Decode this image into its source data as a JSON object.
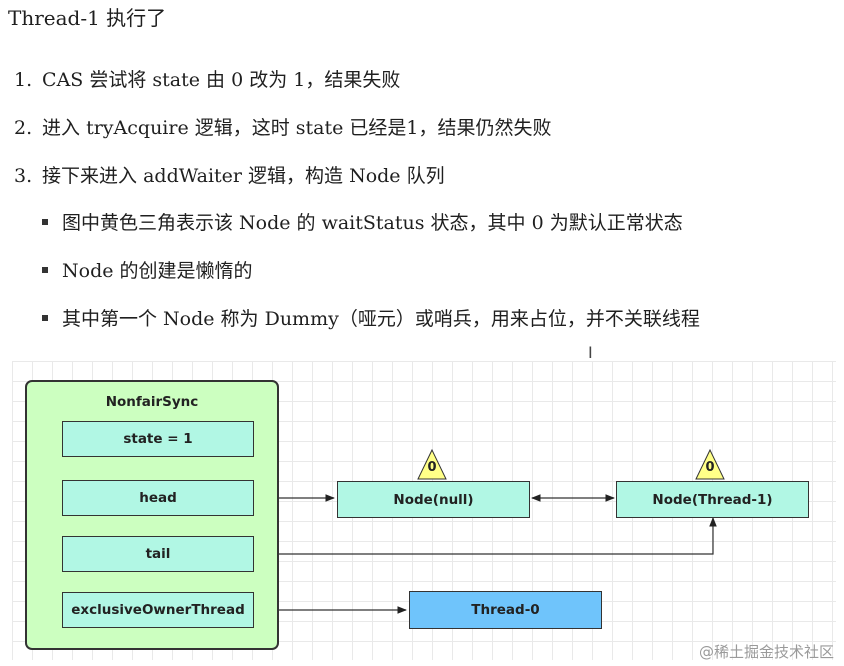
{
  "title": "Thread-1 执行了",
  "ordered_list": [
    {
      "num": "1.",
      "text": "CAS 尝试将 state 由 0 改为 1，结果失败"
    },
    {
      "num": "2.",
      "text": "进入 tryAcquire 逻辑，这时 state 已经是1，结果仍然失败"
    },
    {
      "num": "3.",
      "text": "接下来进入 addWaiter 逻辑，构造 Node 队列"
    }
  ],
  "bullets": [
    "图中黄色三角表示该 Node 的 waitStatus 状态，其中 0 为默认正常状态",
    "Node 的创建是懒惰的",
    "其中第一个 Node 称为 Dummy（哑元）或哨兵，用来占位，并不关联线程"
  ],
  "cursor_glyph": "I",
  "diagram": {
    "container_label": "NonfairSync",
    "fields": {
      "state": "state = 1",
      "head": "head",
      "tail": "tail",
      "exclusive_owner": "exclusiveOwnerThread"
    },
    "nodes": {
      "node_null": "Node(null)",
      "node_thread1": "Node(Thread-1)",
      "thread0": "Thread-0"
    },
    "wait_status": {
      "node_null": "0",
      "node_thread1": "0"
    },
    "colors": {
      "container_fill": "#ccffc0",
      "field_fill": "#b1f7e4",
      "thread_fill": "#6fc4fb",
      "triangle_fill": "#ffff88"
    }
  },
  "watermark": "@稀土掘金技术社区"
}
